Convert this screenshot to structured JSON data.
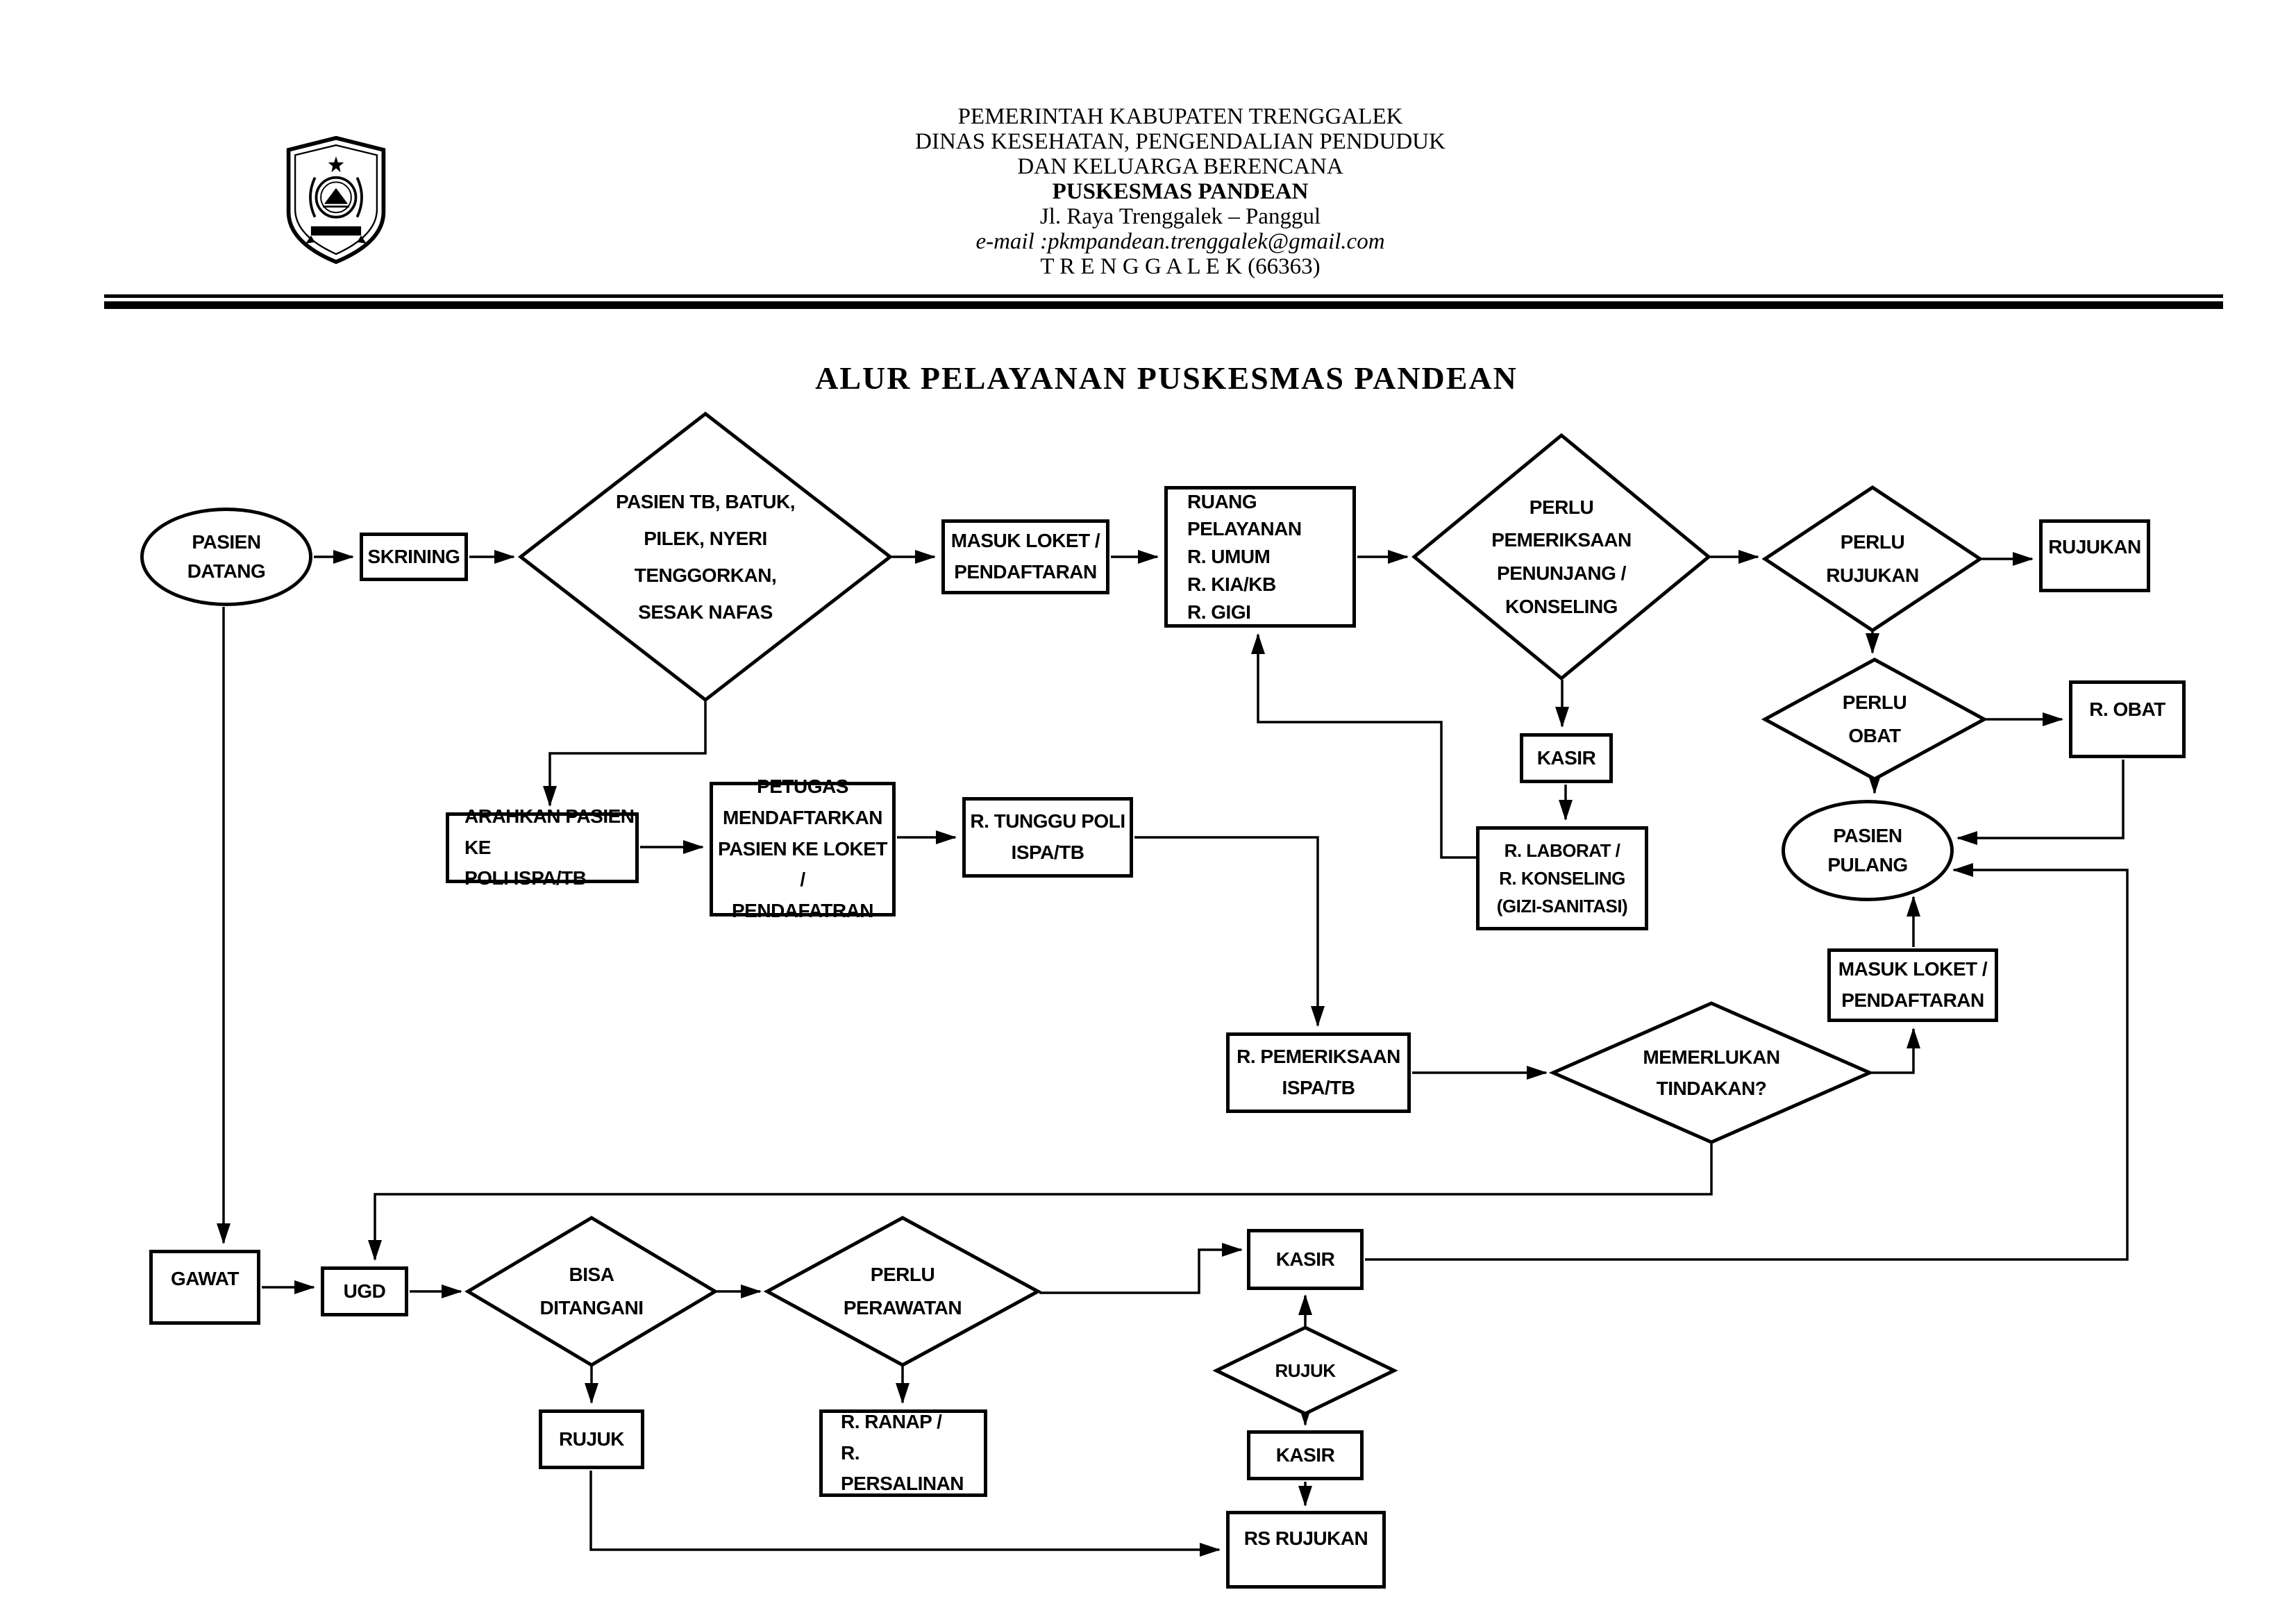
{
  "colors": {
    "ink": "#000000",
    "paper": "#ffffff"
  },
  "header": {
    "logo_icon": "trenggalek-regency-crest",
    "line1": "PEMERINTAH KABUPATEN TRENGGALEK",
    "line2": "DINAS KESEHATAN, PENGENDALIAN PENDUDUK",
    "line3": "DAN KELUARGA BERENCANA",
    "line4": "PUSKESMAS PANDEAN",
    "line5": "Jl. Raya Trenggalek – Panggul",
    "line6": "e-mail :pkmpandean.trenggalek@gmail.com",
    "line7": "T R E N G G A L E K (66363)"
  },
  "title": "ALUR PELAYANAN PUSKESMAS PANDEAN",
  "nodes": {
    "pasien_datang": {
      "label": "PASIEN\nDATANG"
    },
    "skrining": {
      "label": "SKRINING"
    },
    "pasien_tb": {
      "label": "PASIEN TB, BATUK,\nPILEK, NYERI\nTENGGORKAN,\nSESAK NAFAS"
    },
    "masuk_loket_1": {
      "label": "MASUK LOKET /\nPENDAFTARAN"
    },
    "ruang_pelayanan": {
      "label": "RUANG\nPELAYANAN\nR. UMUM\nR. KIA/KB\nR. GIGI"
    },
    "perlu_pemeriksaan": {
      "label": "PERLU\nPEMERIKSAAN\nPENUNJANG /\nKONSELING"
    },
    "perlu_rujukan": {
      "label": "PERLU\nRUJUKAN"
    },
    "rujukan": {
      "label": "RUJUKAN"
    },
    "perlu_obat": {
      "label": "PERLU\nOBAT"
    },
    "r_obat": {
      "label": "R. OBAT"
    },
    "kasir_penunjang": {
      "label": "KASIR"
    },
    "r_laborat": {
      "label": "R. LABORAT /\nR. KONSELING\n(GIZI-SANITASI)"
    },
    "pasien_pulang": {
      "label": "PASIEN\nPULANG"
    },
    "masuk_loket_2": {
      "label": "MASUK LOKET /\nPENDAFTARAN"
    },
    "arahkan": {
      "label": "ARAHKAN PASIEN KE\nPOLI ISPA/TB"
    },
    "petugas": {
      "label": "PETUGAS\nMENDAFTARKAN\nPASIEN KE LOKET /\nPENDAFATRAN"
    },
    "r_tunggu": {
      "label": "R. TUNGGU POLI\nISPA/TB"
    },
    "r_pemeriksaan": {
      "label": "R. PEMERIKSAAN\nISPA/TB"
    },
    "memerlukan_tindakan": {
      "label": "MEMERLUKAN\nTINDAKAN?"
    },
    "gawat": {
      "label": "GAWAT"
    },
    "ugd": {
      "label": "UGD"
    },
    "bisa_ditangani": {
      "label": "BISA\nDITANGANI"
    },
    "perlu_perawatan": {
      "label": "PERLU\nPERAWATAN"
    },
    "rujuk_box": {
      "label": "RUJUK"
    },
    "r_ranap": {
      "label": "R. RANAP /\nR. PERSALINAN"
    },
    "kasir_ugd": {
      "label": "KASIR"
    },
    "rujuk_diamond": {
      "label": "RUJUK"
    },
    "kasir_rujuk": {
      "label": "KASIR"
    },
    "rs_rujukan": {
      "label": "RS RUJUKAN"
    }
  }
}
